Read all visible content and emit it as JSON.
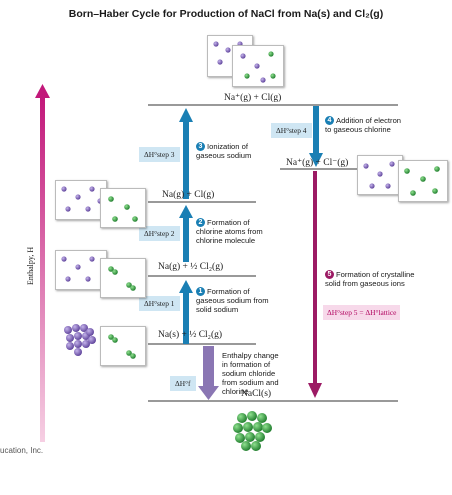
{
  "title": "Born–Haber Cycle for Production of NaCl from Na(s) and Cl₂(g)",
  "axis_label": "Enthalpy, H",
  "credit": "ucation, Inc.",
  "levels": {
    "top": "Na⁺(g) + Cl(g)",
    "ions": "Na⁺(g) + Cl⁻(g)",
    "na_cl_atoms": "Na(g) + Cl(g)",
    "na_gas": "Na(g) + ½ Cl₂(g)",
    "elements": "Na(s) + ½ Cl₂(g)",
    "product": "NaCl(s)"
  },
  "steps": {
    "s1": {
      "num": "1",
      "text": "Formation of gaseous sodium from solid sodium",
      "dh": "ΔH°step 1"
    },
    "s2": {
      "num": "2",
      "text": "Formation of chlorine atoms from chlorine molecule",
      "dh": "ΔH°step 2"
    },
    "s3": {
      "num": "3",
      "text": "Ionization of gaseous sodium",
      "dh": "ΔH°step 3"
    },
    "s4": {
      "num": "4",
      "text": "Addition of electron to gaseous chlorine",
      "dh": "ΔH°step 4"
    },
    "s5": {
      "num": "5",
      "text": "Formation of crystalline solid from gaseous ions",
      "dh": "ΔH°step 5 = ΔH°lattice"
    },
    "sf": {
      "text": "Enthalpy change in formation of sodium chloride from sodium and chlorine",
      "dh": "ΔH°f"
    }
  },
  "colors": {
    "blue_arrow": "#1a7fb4",
    "magenta_arrow": "#9c1a64",
    "purple_arrow": "#8a76b3",
    "sodium": "#7d63b6",
    "chlorine": "#3da34a"
  }
}
